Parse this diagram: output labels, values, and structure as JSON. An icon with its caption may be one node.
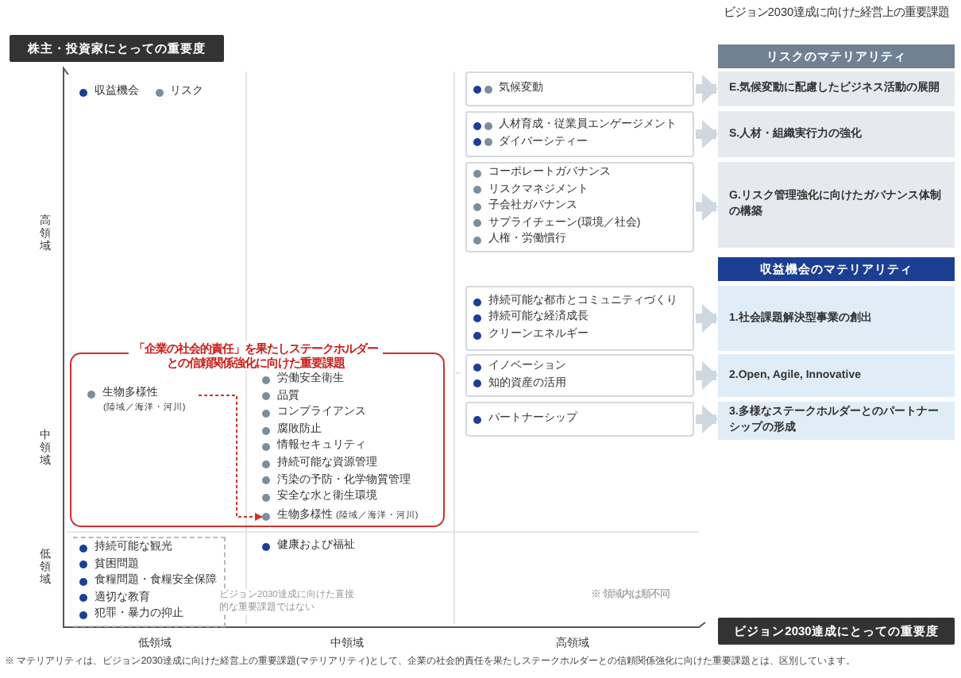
{
  "diagram": {
    "caption": "※ マテリアリティは、ビジョン2030達成に向けた経営上の重要課題(マテリアリティ)として、企業の社会的責任を果たしステークホルダーとの信頼関係強化に向けた重要課題とは、区別しています。",
    "nodes": [
      {
        "text": [
          "株主・投資家にとっての重要度"
        ]
      },
      {
        "text": [
          "リスクのマテリアリティ"
        ]
      },
      {
        "text": [
          "気候変動"
        ]
      },
      {
        "text": [
          "人材育成・従業員エンゲージメント",
          "ダイバーシティー"
        ]
      },
      {
        "text": [
          "コーポレートガバナンス",
          "リスクマネジメント",
          "子会社ガバナンス",
          "サプライチェーン(環境／社会)",
          "人権・労働慣行"
        ]
      },
      {
        "text": [
          "E.気候変動に配慮したビジネス活動の展開"
        ]
      },
      {
        "text": [
          "S.人材・組織実行力の強化"
        ]
      },
      {
        "text": [
          "G.リスク管理強化に向けたガバナンス体制の構築"
        ]
      },
      {
        "text": [
          "収益機会のマテリアリティ"
        ]
      },
      {
        "text": [
          "持続可能な都市とコミュニティづくり",
          "持続可能な経済成長",
          "クリーンエネルギー"
        ]
      },
      {
        "text": [
          "イノベーション",
          "知的資産の活用"
        ]
      },
      {
        "text": [
          "パートナーシップ"
        ]
      },
      {
        "text": [
          "1.社会課題解決型事業の創出"
        ]
      },
      {
        "text": [
          "2.Open, Agile, Innovative"
        ]
      },
      {
        "text": [
          "3.多様なステークホルダーとのパートナーシップの形成"
        ]
      },
      {
        "text": [
          "「企業の社会的責任」を果たしステークホルダーとの信頼関係強化に向けた重要課題"
        ]
      },
      {
        "text": [
          "生物多様性",
          "(陸域／海洋・河川)"
        ],
        "in": 15
      },
      {
        "text": [
          "生物多様性",
          "(陸域／海洋・河川)"
        ],
        "in": 15
      },
      {
        "text": [
          "持続可能な観光",
          "貧困問題",
          "食糧問題・食糧安全保障",
          "適切な教育",
          "犯罪・暴力の抑止"
        ],
        "beside": [
          "ビジョン2030達成に向けた直接的な重要課題ではない"
        ]
      },
      {
        "text": [
          "ビジョン2030達成にとっての重要度"
        ]
      }
    ],
    "edges": [
      {
        "from": 2,
        "to": 5,
        "arrow": "to"
      },
      {
        "from": 3,
        "to": 6,
        "arrow": "to"
      },
      {
        "from": 4,
        "to": 7,
        "arrow": "to"
      },
      {
        "from": 9,
        "to": 12,
        "arrow": "to"
      },
      {
        "from": 10,
        "to": 13,
        "arrow": "to"
      },
      {
        "from": 11,
        "to": 14,
        "arrow": "to"
      },
      {
        "from": 16,
        "to": 17,
        "arrow": "to",
        "style": "dashed",
        "color": "#d0312d"
      }
    ],
    "labels": [
      "ビジョン2030達成に向けた経営上の重要課題",
      "高領域",
      "中領域",
      "低領域",
      "労働安全衛生",
      "品質",
      "コンプライアンス",
      "腐敗防止",
      "情報セキュリティ",
      "持続可能な資源管理",
      "汚染の予防・化学物質管理",
      "安全な水と衛生環境",
      "健康および福祉",
      "※ 領域内は順不同",
      "低領域",
      "中領域",
      "高領域"
    ],
    "legend": [
      {
        "text": "収益機会",
        "color": "#1c3f94"
      },
      {
        "text": "リスク",
        "color": "#7b8e9e"
      }
    ]
  }
}
